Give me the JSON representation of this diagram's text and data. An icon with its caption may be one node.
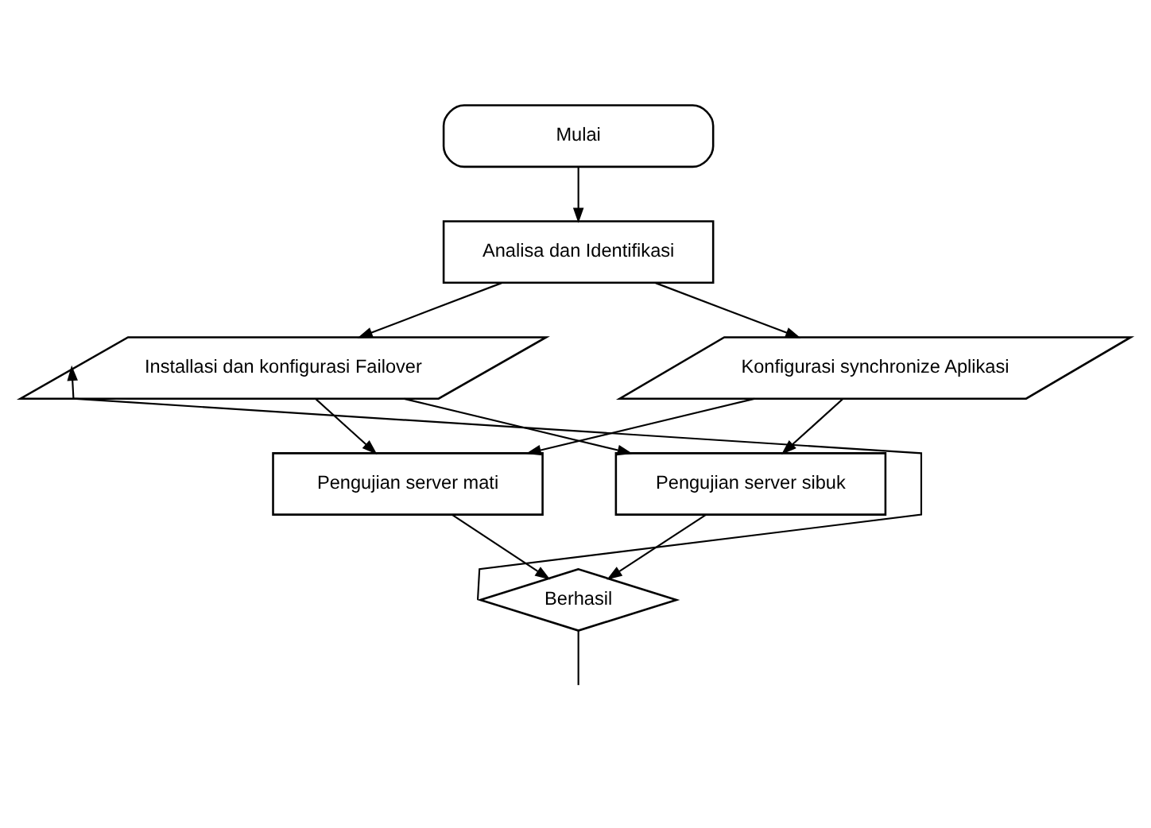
{
  "diagram": {
    "nodes": [
      {
        "text": [
          "Mulai"
        ]
      },
      {
        "text": [
          "Analisa dan Identifikasi"
        ]
      },
      {
        "text": [
          "Installasi dan konfigurasi Failover"
        ]
      },
      {
        "text": [
          "Konfigurasi synchronize Aplikasi"
        ]
      },
      {
        "text": [
          "Pengujian server mati"
        ]
      },
      {
        "text": [
          "Pengujian server sibuk"
        ]
      },
      {
        "text": [
          "Berhasil"
        ]
      }
    ],
    "edges": [
      {
        "from": 0,
        "to": 1,
        "arrow": "to"
      },
      {
        "from": 1,
        "to": 2,
        "arrow": "to"
      },
      {
        "from": 1,
        "to": 3,
        "arrow": "to"
      },
      {
        "from": 2,
        "to": 4,
        "arrow": "to"
      },
      {
        "from": 2,
        "to": 5,
        "arrow": "to"
      },
      {
        "from": 3,
        "to": 4,
        "arrow": "to"
      },
      {
        "from": 3,
        "to": 5,
        "arrow": "to"
      },
      {
        "from": 4,
        "to": 6,
        "arrow": "to"
      },
      {
        "from": 5,
        "to": 6,
        "arrow": "to"
      },
      {
        "from": 6,
        "to": 2,
        "arrow": "to"
      },
      {
        "from": 6,
        "to": null,
        "arrow": "none"
      }
    ]
  }
}
